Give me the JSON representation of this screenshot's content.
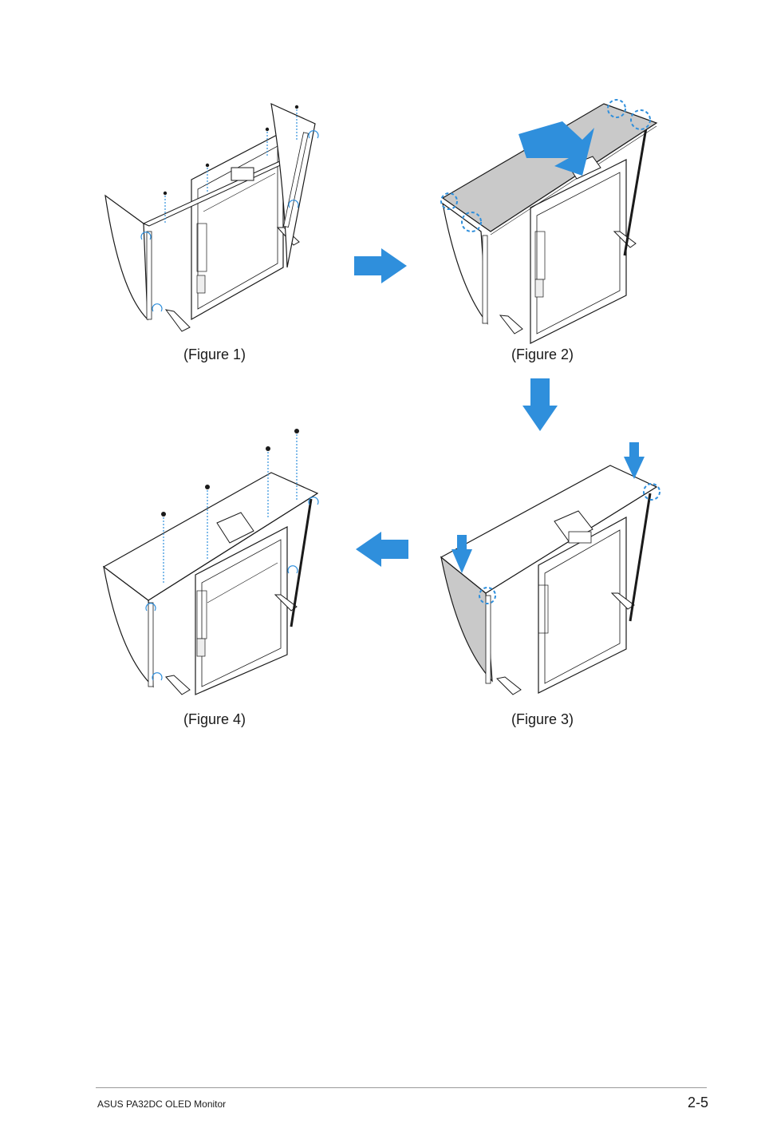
{
  "figures": {
    "fig1_caption": "(Figure 1)",
    "fig2_caption": "(Figure 2)",
    "fig3_caption": "(Figure 3)",
    "fig4_caption": "(Figure 4)"
  },
  "footer": {
    "left_text": "ASUS PA32DC OLED Monitor",
    "page_number": "2-5"
  },
  "colors": {
    "accent": "#2f8fdc",
    "hood_panel": "#c9c9c9",
    "line": "#1a1a1a"
  },
  "icons": [
    "arrow-right-icon",
    "arrow-down-icon",
    "arrow-left-icon"
  ]
}
